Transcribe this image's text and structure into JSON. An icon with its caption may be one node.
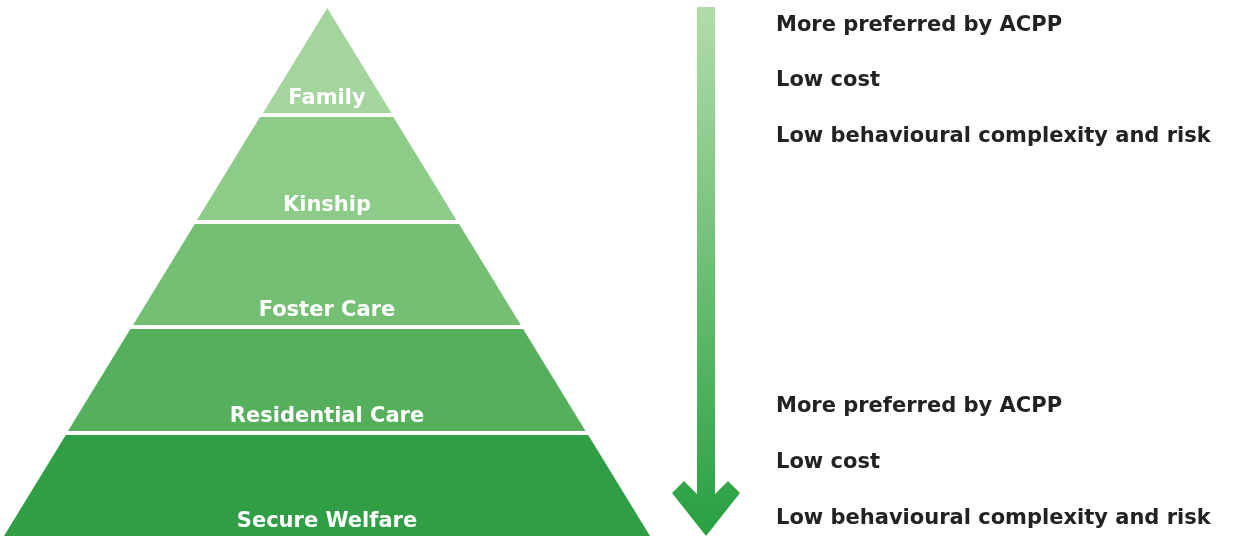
{
  "diagram": {
    "nodes": [
      {
        "text": [
          "Family"
        ]
      },
      {
        "text": [
          "Kinship"
        ]
      },
      {
        "text": [
          "Foster Care"
        ]
      },
      {
        "text": [
          "Residential Care"
        ]
      },
      {
        "text": [
          "Secure Welfare"
        ]
      }
    ],
    "labels": [
      "More preferred by ACPP",
      "Low cost",
      "Low behavioural complexity and risk",
      "More preferred by ACPP",
      "Low cost",
      "Low behavioural complexity and risk"
    ]
  }
}
